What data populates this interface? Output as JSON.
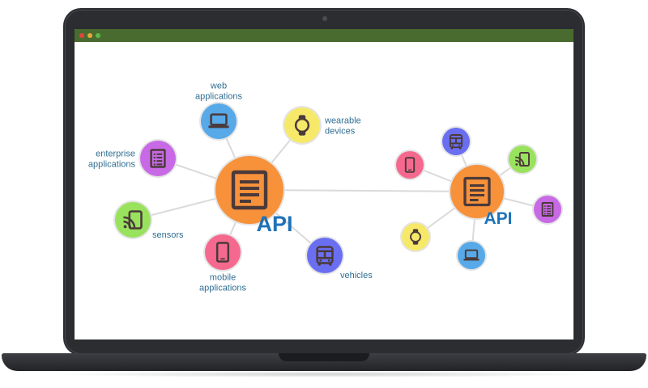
{
  "window": {
    "controls": [
      "close",
      "minimize",
      "maximize"
    ]
  },
  "diagram": {
    "hub_main": {
      "label": "API",
      "color": "#f7913a",
      "icon": "document-icon"
    },
    "hub_secondary": {
      "label": "API",
      "color": "#f7913a",
      "icon": "document-icon"
    },
    "main_nodes": [
      {
        "id": "web",
        "label_lines": [
          "web",
          "applications"
        ],
        "color": "#57a9e8",
        "icon": "laptop-icon"
      },
      {
        "id": "wearable",
        "label_lines": [
          "wearable",
          "devices"
        ],
        "color": "#f6e96a",
        "icon": "watch-icon"
      },
      {
        "id": "enterprise",
        "label_lines": [
          "enterprise",
          "applications"
        ],
        "color": "#c86ae6",
        "icon": "list-document-icon"
      },
      {
        "id": "sensors",
        "label_lines": [
          "sensors"
        ],
        "color": "#99e25d",
        "icon": "cast-icon"
      },
      {
        "id": "mobile",
        "label_lines": [
          "mobile",
          "applications"
        ],
        "color": "#f5698e",
        "icon": "phone-icon"
      },
      {
        "id": "vehicles",
        "label_lines": [
          "vehicles"
        ],
        "color": "#6a6ff2",
        "icon": "bus-icon"
      }
    ],
    "secondary_nodes": [
      {
        "id": "bus2",
        "color": "#6a6ff2",
        "icon": "bus-icon"
      },
      {
        "id": "phone2",
        "color": "#f5698e",
        "icon": "phone-icon"
      },
      {
        "id": "cast2",
        "color": "#99e25d",
        "icon": "cast-icon"
      },
      {
        "id": "list2",
        "color": "#c86ae6",
        "icon": "list-document-icon"
      },
      {
        "id": "watch2",
        "color": "#f6e96a",
        "icon": "watch-icon"
      },
      {
        "id": "laptop2",
        "color": "#57a9e8",
        "icon": "laptop-icon"
      }
    ],
    "colors": {
      "edge": "#dadada",
      "node_border": "#e4e4e4",
      "icon_stroke": "#4b3a3a",
      "label": "#2f6e92",
      "api_label": "#1e72b8"
    }
  }
}
